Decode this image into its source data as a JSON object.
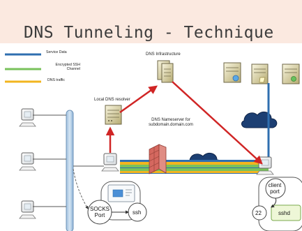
{
  "title": "DNS Tunneling - Technique",
  "legend": [
    {
      "label": "Service Data",
      "color": "#2f6fb0"
    },
    {
      "label": "Encrypted SSH Channel",
      "color": "#79c25b"
    },
    {
      "label": "DNS traffic",
      "color": "#f2b51f"
    }
  ],
  "labels": {
    "dns_infrastructure": "DNS Infrastructure",
    "local_dns_resolver": "Local DNS resolver",
    "nameserver": "DNS Nameserver for subdomain.domain.com",
    "socks_port": "SOCKS Port",
    "ssh": "ssh",
    "client_port": "client port",
    "port_22": "22",
    "sshd": "sshd"
  },
  "colors": {
    "arrow_red": "#d02525",
    "cloud": "#1c3f73",
    "firewall": "#d5685f"
  },
  "icons": [
    "computer-icon",
    "server-icon",
    "cloud-icon",
    "firewall-icon",
    "screen-icon"
  ]
}
